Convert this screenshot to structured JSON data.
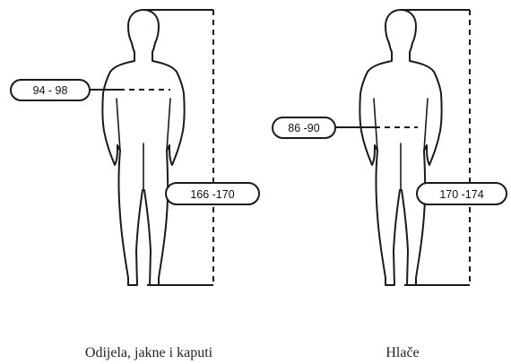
{
  "figures": [
    {
      "caption": "Odijela, jakne i kaputi",
      "chest_label": "94 - 98",
      "height_label": "166 -170"
    },
    {
      "caption": "Hlače",
      "waist_label": "86 -90",
      "height_label": "170 -174"
    }
  ]
}
